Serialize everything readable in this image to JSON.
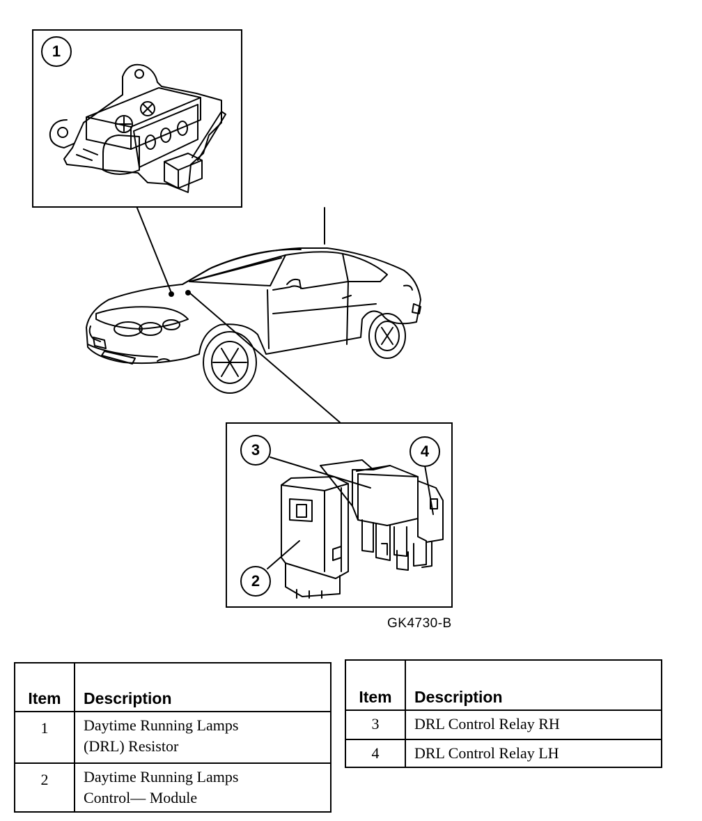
{
  "callouts": {
    "c1": "1",
    "c2": "2",
    "c3": "3",
    "c4": "4"
  },
  "figure_code": "GK4730-B",
  "legend_left": {
    "header_item": "Item",
    "header_description": "Description",
    "rows": [
      {
        "item": "1",
        "line1": "Daytime Running Lamps",
        "line2": "(DRL) Resistor"
      },
      {
        "item": "2",
        "line1": "Daytime Running Lamps",
        "line2": "Control— Module"
      }
    ]
  },
  "legend_right": {
    "header_item": "Item",
    "header_description": "Description",
    "rows": [
      {
        "item": "3",
        "line1": "DRL Control Relay RH"
      },
      {
        "item": "4",
        "line1": "DRL Control Relay LH"
      }
    ]
  }
}
